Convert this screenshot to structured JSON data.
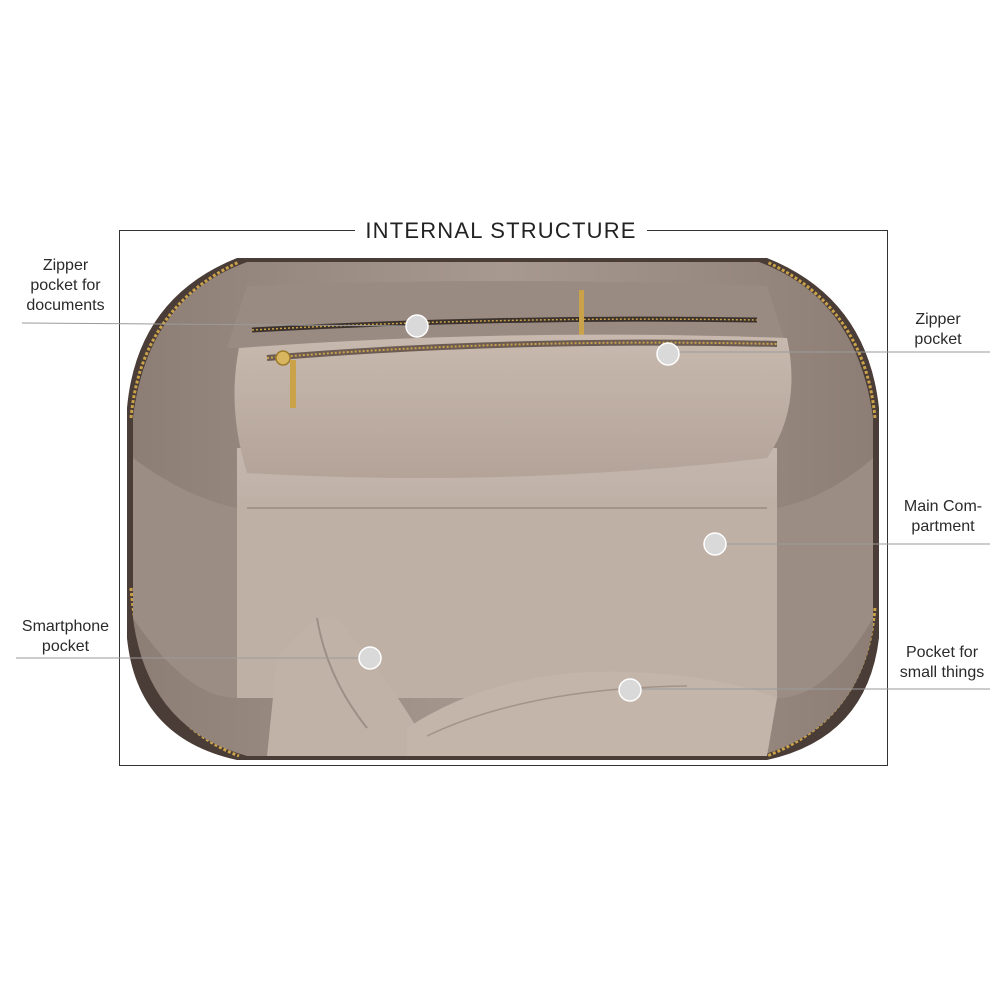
{
  "title": "INTERNAL STRUCTURE",
  "callouts": {
    "zipper_documents": "Zipper\npocket for\ndocuments",
    "zipper_pocket": "Zipper\npocket",
    "main_compartment": "Main Com-\npartment",
    "smartphone_pocket": "Smartphone\npocket",
    "small_things_pocket": "Pocket for\nsmall things"
  },
  "colors": {
    "lining": "#b5a69c",
    "lining_dark": "#8f8077",
    "zipper_gold": "#c9a24a",
    "leather": "#4a3c36",
    "marker": "#d9d9d9",
    "frame": "#333333"
  }
}
